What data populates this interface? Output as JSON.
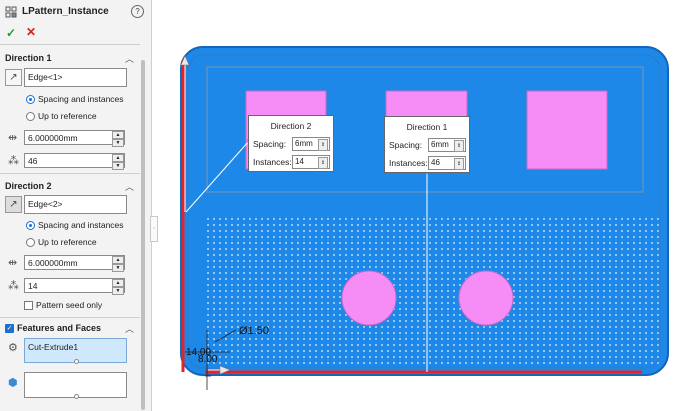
{
  "title": "LPattern_Instance",
  "confirm": {
    "ok": "✓",
    "cancel": "✕"
  },
  "direction1": {
    "header": "Direction 1",
    "edge": "Edge<1>",
    "option_spacing": "Spacing and instances",
    "option_reference": "Up to reference",
    "spacing": "6.000000mm",
    "instances": "46"
  },
  "direction2": {
    "header": "Direction 2",
    "edge": "Edge<2>",
    "option_spacing": "Spacing and instances",
    "option_reference": "Up to reference",
    "spacing": "6.000000mm",
    "instances": "14",
    "seed_only": "Pattern seed only"
  },
  "features": {
    "header": "Features and Faces",
    "items": [
      "Cut-Extrude1"
    ]
  },
  "callout_dir2": {
    "title": "Direction 2",
    "spacing_label": "Spacing:",
    "spacing": "6mm",
    "instances_label": "Instances:",
    "instances": "14"
  },
  "callout_dir1": {
    "title": "Direction 1",
    "spacing_label": "Spacing:",
    "spacing": "6mm",
    "instances_label": "Instances:",
    "instances": "46"
  },
  "dims": {
    "diameter": "Ø1.50",
    "d1": "14.00",
    "d2": "8.00"
  },
  "colors": {
    "model": "#1e88e8",
    "pink": "#f68cf5",
    "edge_red": "#e0242a"
  }
}
